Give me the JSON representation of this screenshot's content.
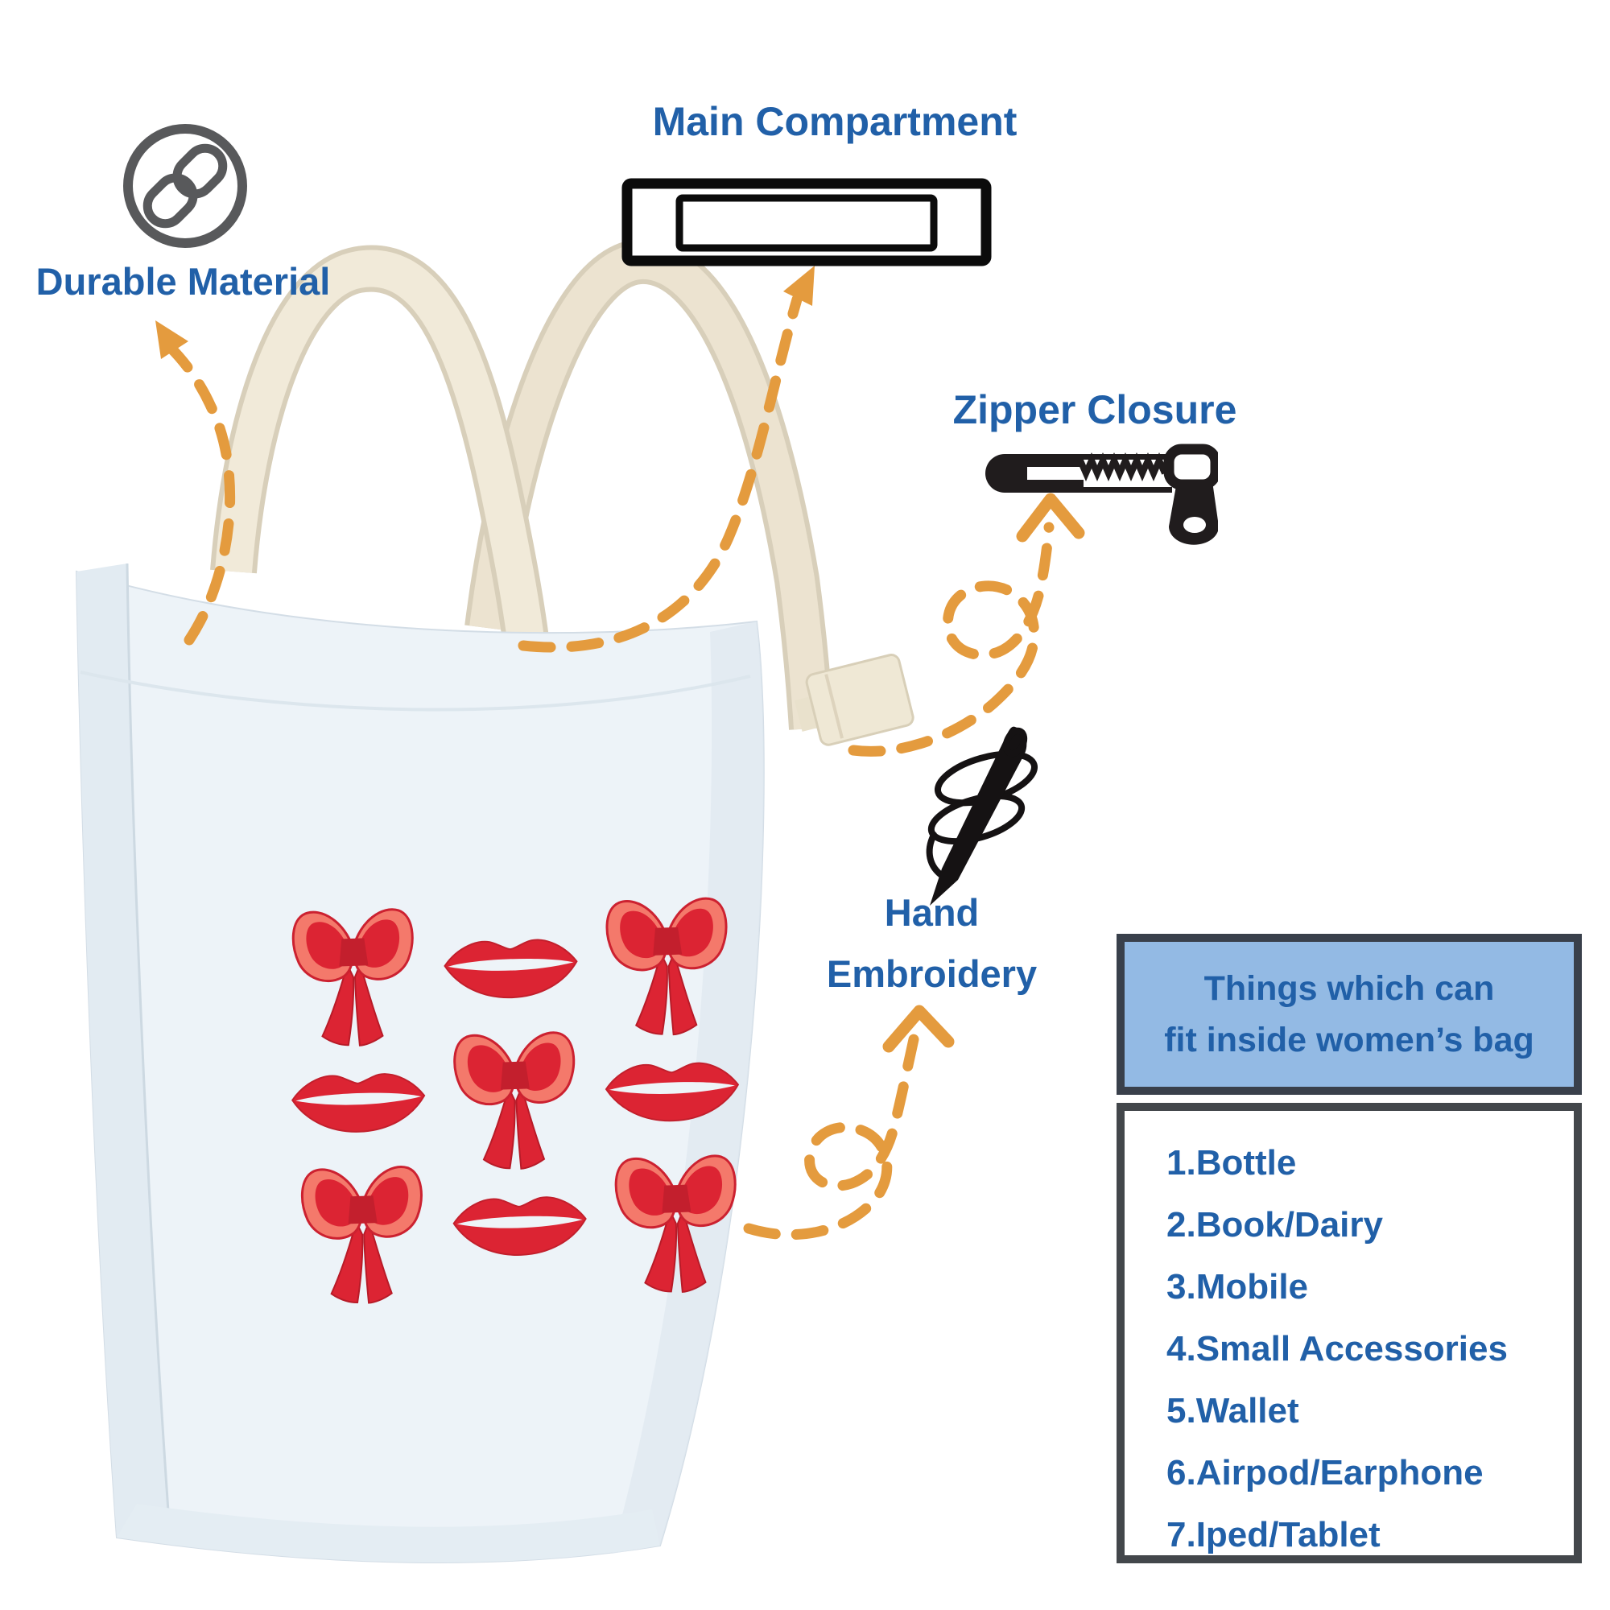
{
  "labels": {
    "durable_material": "Durable Material",
    "main_compartment": "Main Compartment",
    "zipper_closure": "Zipper Closure",
    "hand_embroidery_line1": "Hand",
    "hand_embroidery_line2": "Embroidery"
  },
  "fit_box": {
    "title_line1": "Things which can",
    "title_line2": "fit inside women’s bag",
    "items": [
      "1.Bottle",
      "2.Book/Dairy",
      "3.Mobile",
      "4.Small Accessories",
      "5.Wallet",
      "6.Airpod/Earphone",
      "7.Iped/Tablet"
    ]
  },
  "icons": {
    "chain": "chain-link-icon",
    "compartment": "main-compartment-icon",
    "zipper": "zipper-icon",
    "needle": "hand-embroidery-needle-icon"
  },
  "colors": {
    "accent_blue": "#2160a8",
    "arrow_orange": "#e49b3e",
    "fit_header_bg": "#93bae4",
    "box_border": "#39404b",
    "icon_gray": "#58595b",
    "icon_black": "#201c1d",
    "embroidery_red": "#dc2433",
    "embroidery_coral": "#f4796b",
    "bag_fabric": "#edf3f8",
    "bag_handle": "#f1ead9"
  },
  "bag": {
    "description": "white canvas tote bag with hand-embroidered bows and lips",
    "embroidery_pattern": [
      [
        "bow",
        "lips",
        "bow"
      ],
      [
        "lips",
        "bow",
        "lips"
      ],
      [
        "bow",
        "lips",
        "bow"
      ]
    ]
  }
}
